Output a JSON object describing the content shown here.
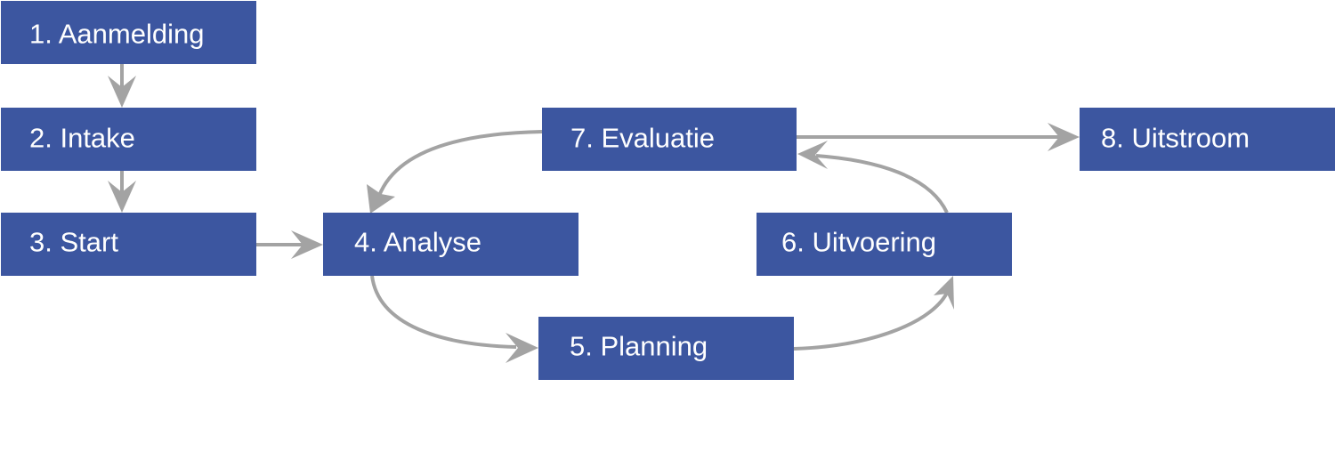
{
  "diagram": {
    "nodes": [
      {
        "id": "aanmelding",
        "label": "1. Aanmelding"
      },
      {
        "id": "intake",
        "label": "2. Intake"
      },
      {
        "id": "start",
        "label": "3. Start"
      },
      {
        "id": "analyse",
        "label": "4. Analyse"
      },
      {
        "id": "planning",
        "label": "5. Planning"
      },
      {
        "id": "uitvoering",
        "label": "6. Uitvoering"
      },
      {
        "id": "evaluatie",
        "label": "7. Evaluatie"
      },
      {
        "id": "uitstroom",
        "label": "8. Uitstroom"
      }
    ],
    "edges": [
      {
        "from": "aanmelding",
        "to": "intake"
      },
      {
        "from": "intake",
        "to": "start"
      },
      {
        "from": "start",
        "to": "analyse"
      },
      {
        "from": "analyse",
        "to": "planning"
      },
      {
        "from": "planning",
        "to": "uitvoering"
      },
      {
        "from": "uitvoering",
        "to": "evaluatie"
      },
      {
        "from": "evaluatie",
        "to": "analyse"
      },
      {
        "from": "evaluatie",
        "to": "uitstroom"
      }
    ],
    "colors": {
      "node_fill": "#3c56a0",
      "node_text": "#ffffff",
      "edge": "#a3a3a3"
    }
  }
}
